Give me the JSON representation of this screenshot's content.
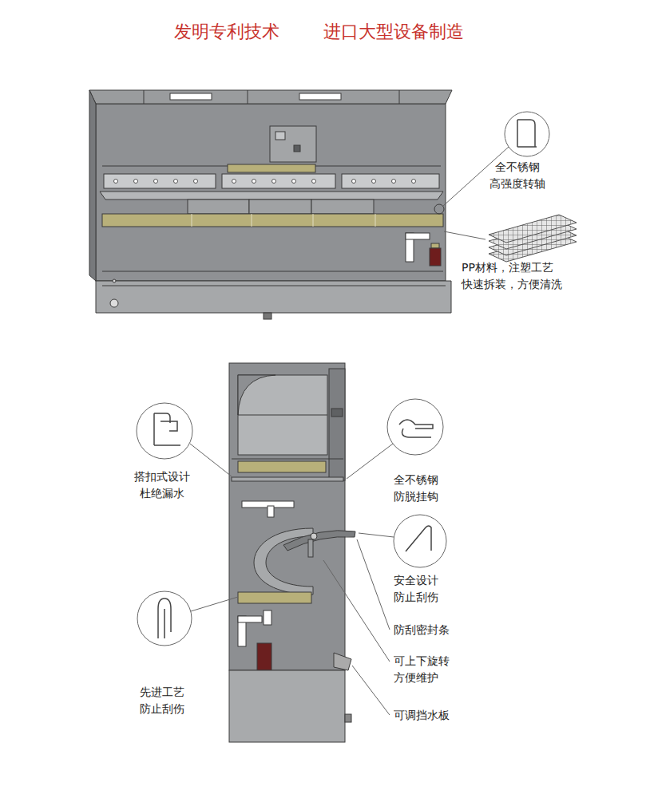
{
  "diagram": {
    "title": "发明专利技术",
    "labels": [
      "进口大型设备制造",
      "全不锈钢 高强度转轴",
      "PP材料，注塑工艺 快速拆装，方便清洗",
      "搭扣式设计 杜绝漏水",
      "全不锈钢 防脱挂钩",
      "安全设计 防止刮伤",
      "防刮密封条",
      "可上下旋转 方便维护",
      "可调挡水板",
      "先进工艺 防止刮伤"
    ]
  }
}
